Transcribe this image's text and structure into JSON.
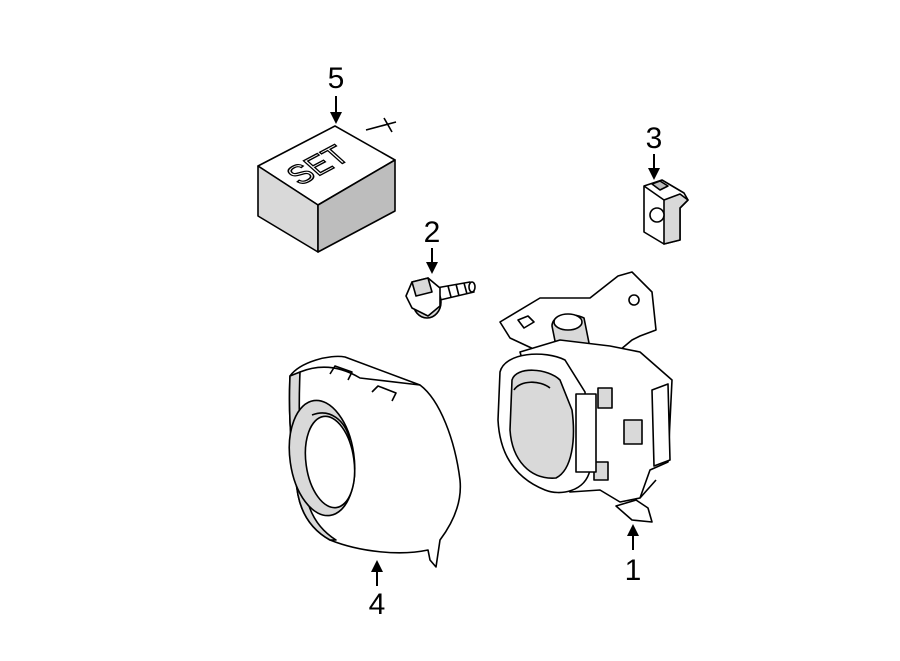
{
  "callouts": [
    {
      "id": "1",
      "label": "1"
    },
    {
      "id": "2",
      "label": "2"
    },
    {
      "id": "3",
      "label": "3"
    },
    {
      "id": "4",
      "label": "4"
    },
    {
      "id": "5",
      "label": "5"
    }
  ],
  "kit_box": {
    "embossed_text": "SET"
  }
}
